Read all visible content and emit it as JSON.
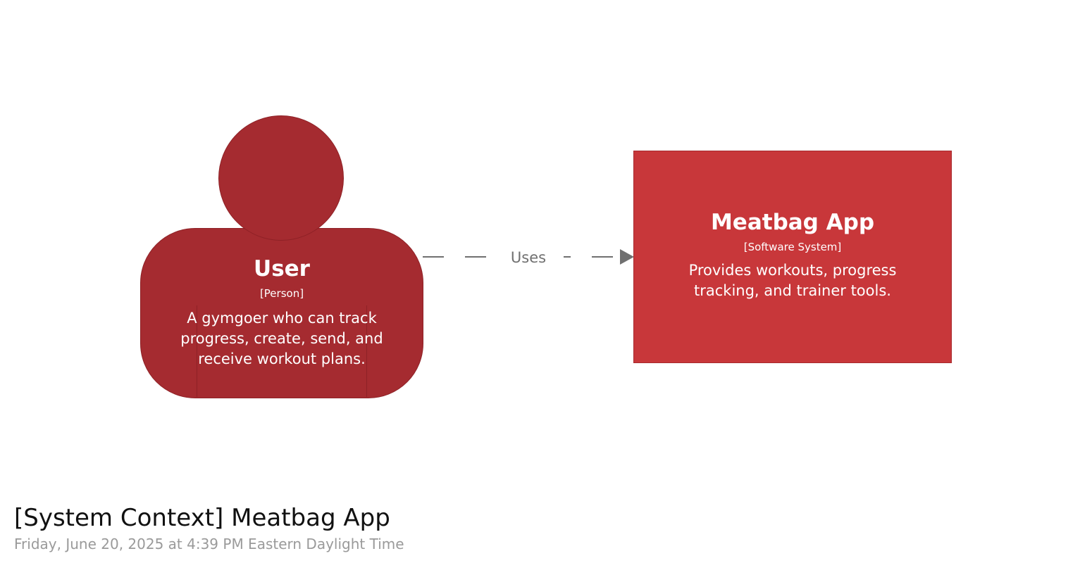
{
  "diagram": {
    "title": "[System Context] Meatbag App",
    "date": "Friday, June 20, 2025 at 4:39 PM Eastern Daylight Time"
  },
  "elements": {
    "user": {
      "name": "User",
      "type": "[Person]",
      "description": "A gymgoer who can track progress, create, send, and receive workout plans.",
      "color": "#a52b30"
    },
    "system": {
      "name": "Meatbag App",
      "type": "[Software System]",
      "description": "Provides workouts, progress tracking, and trainer tools.",
      "color": "#c8373a"
    }
  },
  "relationships": [
    {
      "from": "User",
      "to": "Meatbag App",
      "label": "Uses",
      "style": "dashed",
      "color": "#707070"
    }
  ]
}
